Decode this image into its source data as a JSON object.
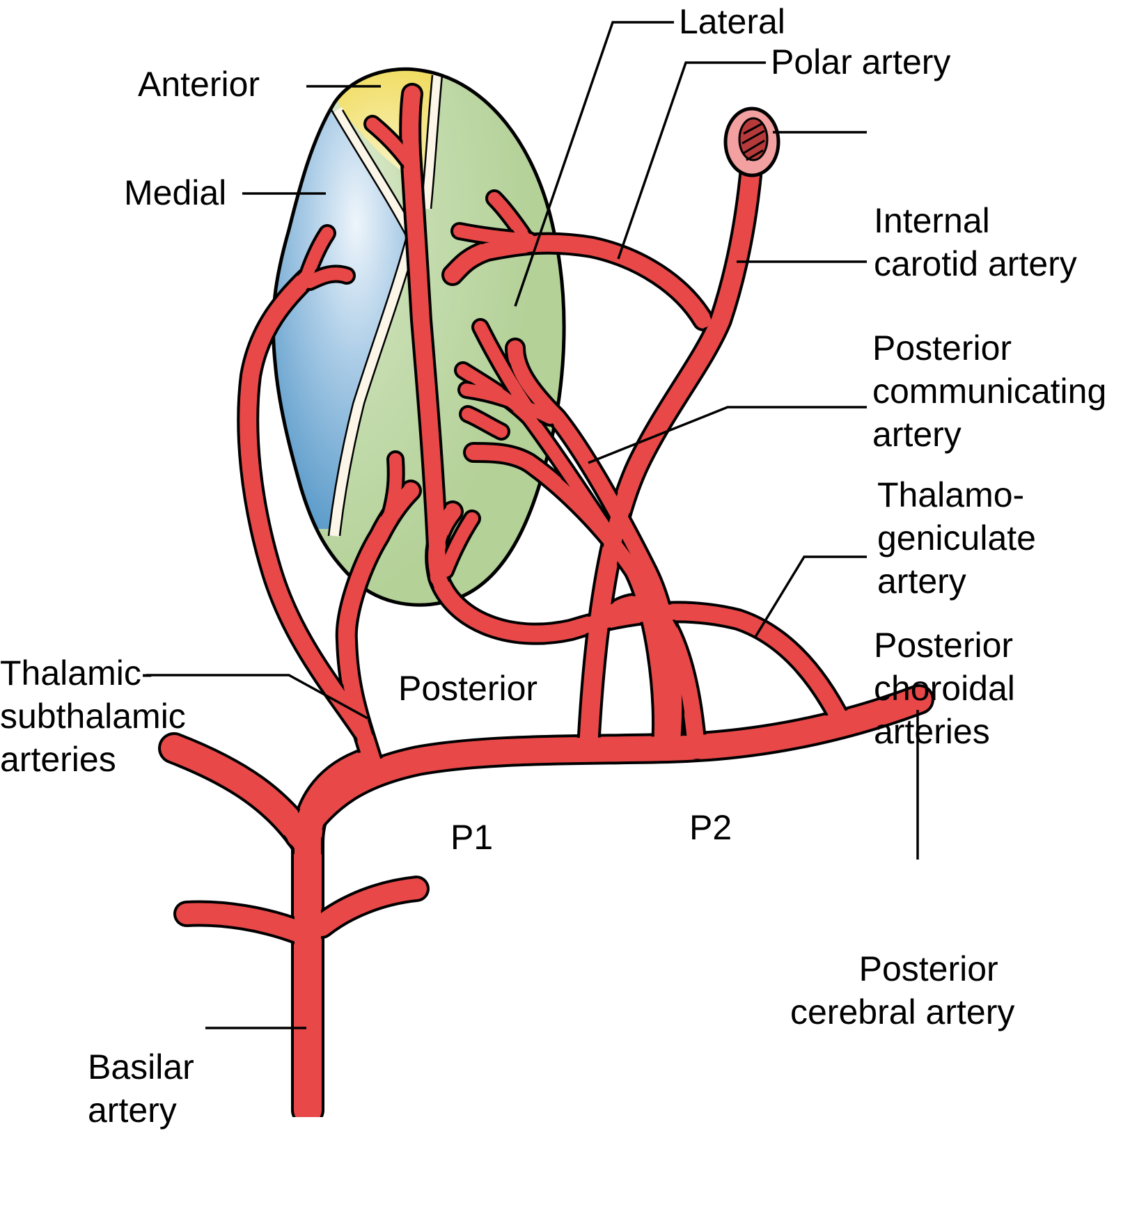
{
  "colors": {
    "artery": "#e84848",
    "outline": "#000000",
    "anterior_region": "#f0df6a",
    "medial_region": "#6ea8d4",
    "lateral_posterior_region": "#b7d49c",
    "background": "#ffffff"
  },
  "labels": {
    "lateral": "Lateral",
    "polar": "Polar artery",
    "anterior": "Anterior",
    "medial": "Medial",
    "internal_carotid": [
      "Internal",
      "carotid artery"
    ],
    "pcomm": [
      "Posterior",
      "communicating",
      "artery"
    ],
    "thalamogeniculate": [
      "Thalamo-",
      "geniculate",
      "artery"
    ],
    "posterior_choroidal": [
      "Posterior",
      "choroidal",
      "arteries"
    ],
    "thalamic_subthalamic": [
      "Thalamic-",
      "subthalamic",
      "arteries"
    ],
    "posterior_region": "Posterior",
    "p1": "P1",
    "p2": "P2",
    "pca": [
      "Posterior",
      "cerebral artery"
    ],
    "basilar": [
      "Basilar",
      "artery"
    ]
  }
}
